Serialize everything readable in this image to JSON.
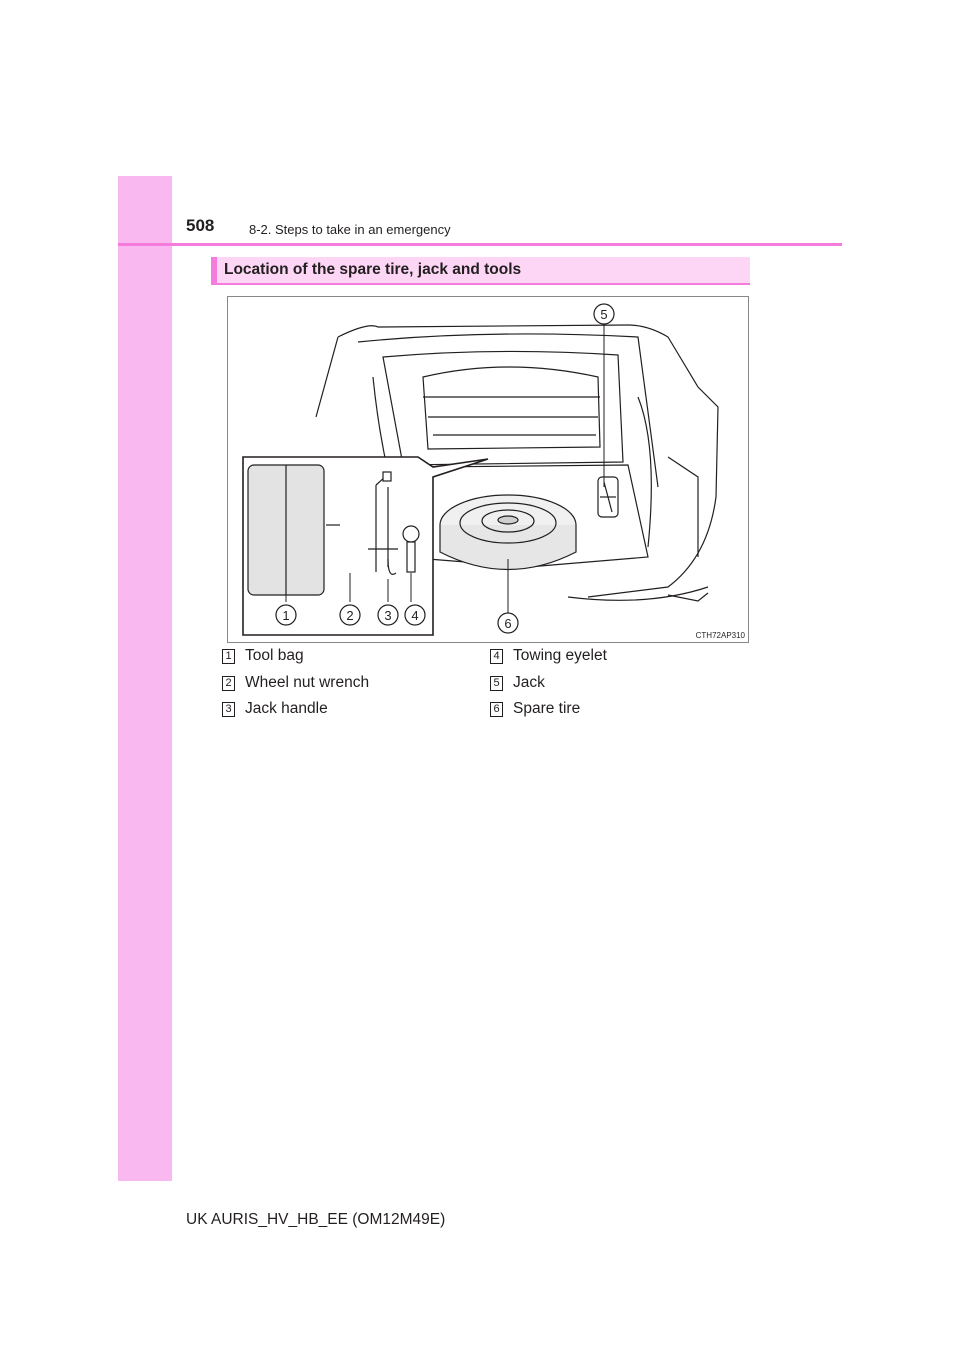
{
  "page_header": {
    "page_number": "508",
    "section": "8-2. Steps to take in an emergency"
  },
  "heading": "Location of the spare tire, jack and tools",
  "figure": {
    "code": "CTH72AP310",
    "callouts": [
      "1",
      "2",
      "3",
      "4",
      "5",
      "6"
    ]
  },
  "legend": [
    {
      "num": "1",
      "label": "Tool bag"
    },
    {
      "num": "2",
      "label": "Wheel nut wrench"
    },
    {
      "num": "3",
      "label": "Jack handle"
    },
    {
      "num": "4",
      "label": "Towing eyelet"
    },
    {
      "num": "5",
      "label": "Jack"
    },
    {
      "num": "6",
      "label": "Spare tire"
    }
  ],
  "footer": "UK AURIS_HV_HB_EE (OM12M49E)",
  "colors": {
    "sidebar": "#f9b8f0",
    "accent": "#f57cdc",
    "heading_fill": "#fcd6f4"
  }
}
